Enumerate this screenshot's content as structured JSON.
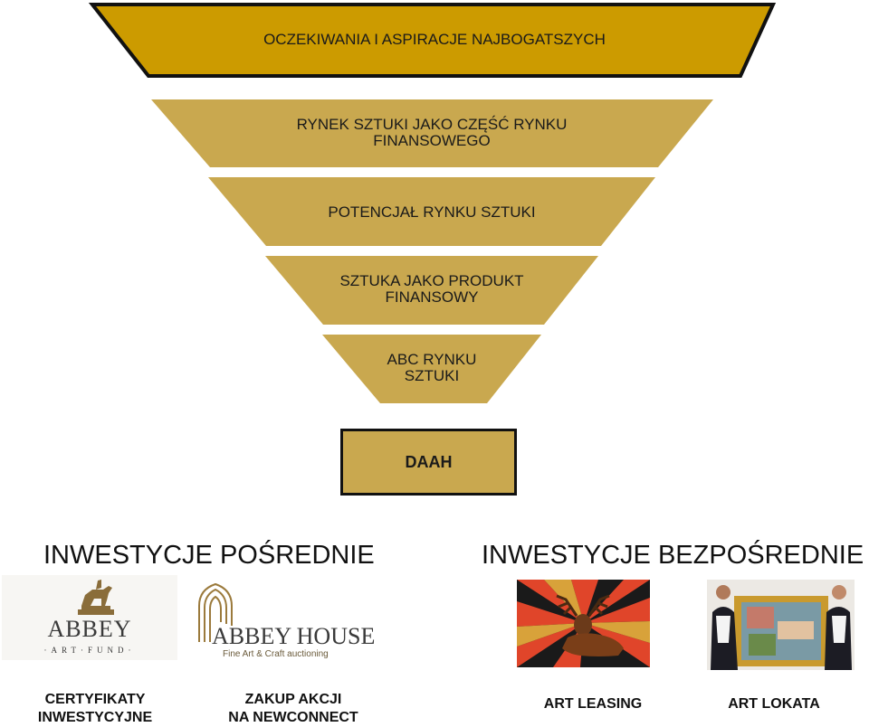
{
  "funnel": {
    "levels": [
      {
        "line1": "OCZEKIWANIA I ASPIRACJE NAJBOGATSZYCH",
        "line2": ""
      },
      {
        "line1": "RYNEK SZTUKI JAKO CZĘŚĆ RYNKU",
        "line2": "FINANSOWEGO"
      },
      {
        "line1": "POTENCJAŁ RYNKU SZTUKI",
        "line2": ""
      },
      {
        "line1": "SZTUKA JAKO PRODUKT",
        "line2": "FINANSOWY"
      },
      {
        "line1": "ABC RYNKU",
        "line2": "SZTUKI"
      }
    ],
    "colors": {
      "top": "#cc9b00",
      "levels": "#c9a84f",
      "outline": "#111111"
    }
  },
  "base": {
    "label": "DAAH"
  },
  "indirect": {
    "title": "INWESTYCJE POŚREDNIE",
    "logo1": {
      "name": "ABBEY",
      "sub": "ART FUND",
      "icon": "equestrian-statue-icon"
    },
    "logo2": {
      "name": "ABBEY HOUSE",
      "sub": "Fine Art & Craft auctioning",
      "icon": "gothic-arch-icon"
    },
    "caption1": "CERTYFIKATY\nINWESTYCYJNE",
    "caption2": "ZAKUP AKCJI\nNA NEWCONNECT"
  },
  "direct": {
    "title": "INWESTYCJE BEZPOŚREDNIE",
    "image1": "stag-painting",
    "image2": "framed-painting-handlers",
    "caption1": "ART LEASING",
    "caption2": "ART LOKATA"
  }
}
